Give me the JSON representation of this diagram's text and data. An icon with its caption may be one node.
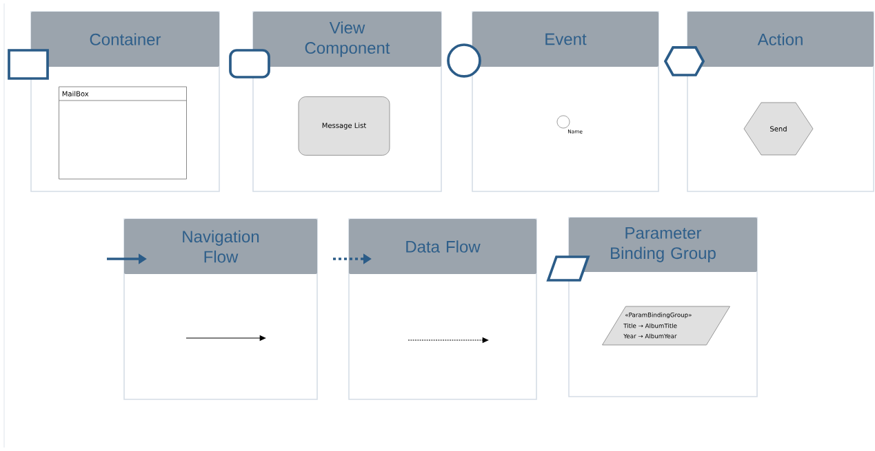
{
  "diagram": {
    "nodes": [
      {
        "text": [
          "Container"
        ]
      },
      {
        "text": [
          "MailBox"
        ],
        "in": 0
      },
      {
        "text": [
          "View Component"
        ]
      },
      {
        "text": [
          "Message List"
        ],
        "in": 2
      },
      {
        "text": [
          "Event"
        ]
      },
      {
        "text": [],
        "shape": "circle",
        "in": 4,
        "beside": [
          "Name"
        ]
      },
      {
        "text": [
          "Action"
        ]
      },
      {
        "text": [
          "Send"
        ],
        "in": 6
      },
      {
        "text": [
          "Navigation Flow"
        ]
      },
      {
        "text": [
          "Data Flow"
        ]
      },
      {
        "text": [
          "Parameter Binding Group"
        ]
      },
      {
        "text": [
          "«ParamBindingGroup»",
          "Title → AlbumTitle",
          "Year → AlbumYear"
        ],
        "in": 10
      }
    ]
  }
}
